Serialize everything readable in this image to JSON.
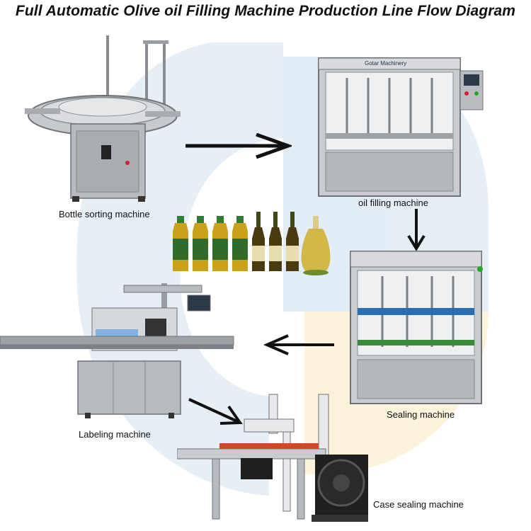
{
  "title": "Full Automatic Olive oil Filling Machine Production Line Flow Diagram",
  "labels": {
    "bottle_sorting": "Bottle sorting machine",
    "oil_filling": "oil filling machine",
    "sealing": "Sealing machine",
    "labeling": "Labeling machine",
    "case_sealing": "Case sealing machine"
  },
  "brand_text": "Gotar Machinery",
  "colors": {
    "steel": "#b9bcc0",
    "steel_dark": "#7d8186",
    "watermark_blue": "#e3edf6",
    "watermark_yellow": "#fbf3da",
    "olive_oil": "#c9a21a",
    "bottle_green": "#3f4a14",
    "label_green": "#2f6b2a",
    "case_red": "#d6452a"
  },
  "arrows": [
    {
      "from": "bottle-sorting-machine",
      "to": "oil-filling-machine"
    },
    {
      "from": "oil-filling-machine",
      "to": "sealing-machine"
    },
    {
      "from": "sealing-machine",
      "to": "labeling-machine"
    },
    {
      "from": "labeling-machine",
      "to": "case-sealing-machine"
    }
  ]
}
